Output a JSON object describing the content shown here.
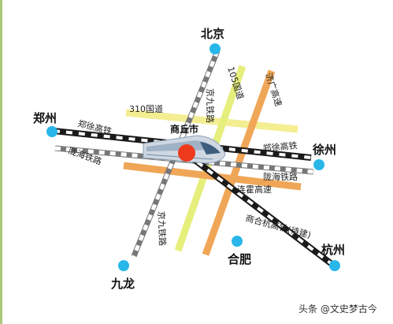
{
  "colors": {
    "border": "#a9c97a",
    "rail_dark": "#1a1a1a",
    "rail_light": "#ffffff",
    "conv_rail_dark": "#777777",
    "road_310": "#f4ee92",
    "road_105": "#e6ee7c",
    "expressway": "#f0a657",
    "city_dot": "#29b6e8",
    "hub_dot": "#ee3a1c",
    "train": "#cfd8e2"
  },
  "cities": {
    "beijing": "北京",
    "zhengzhou": "郑州",
    "xuzhou": "徐州",
    "jiulong": "九龙",
    "hefei": "合肥",
    "hangzhou": "杭州"
  },
  "hub": "商丘市",
  "routes": {
    "g310": "310国道",
    "g105": "105国道",
    "jiguang": "济广高速",
    "jingjiu_north": "京九铁路",
    "jingjiu_south": "京九铁路",
    "zhengxu_west": "郑徐高铁",
    "zhengxu_east": "郑徐高铁",
    "longhai_west": "陇海铁路",
    "longhai_east": "陇海铁路",
    "lianhuo": "连霍高速",
    "shanghehang": "商合杭高铁(待建)"
  },
  "icons": [
    "city-dot-icon",
    "hub-dot-icon",
    "train-icon"
  ],
  "watermark": "头条 @文史梦古今"
}
